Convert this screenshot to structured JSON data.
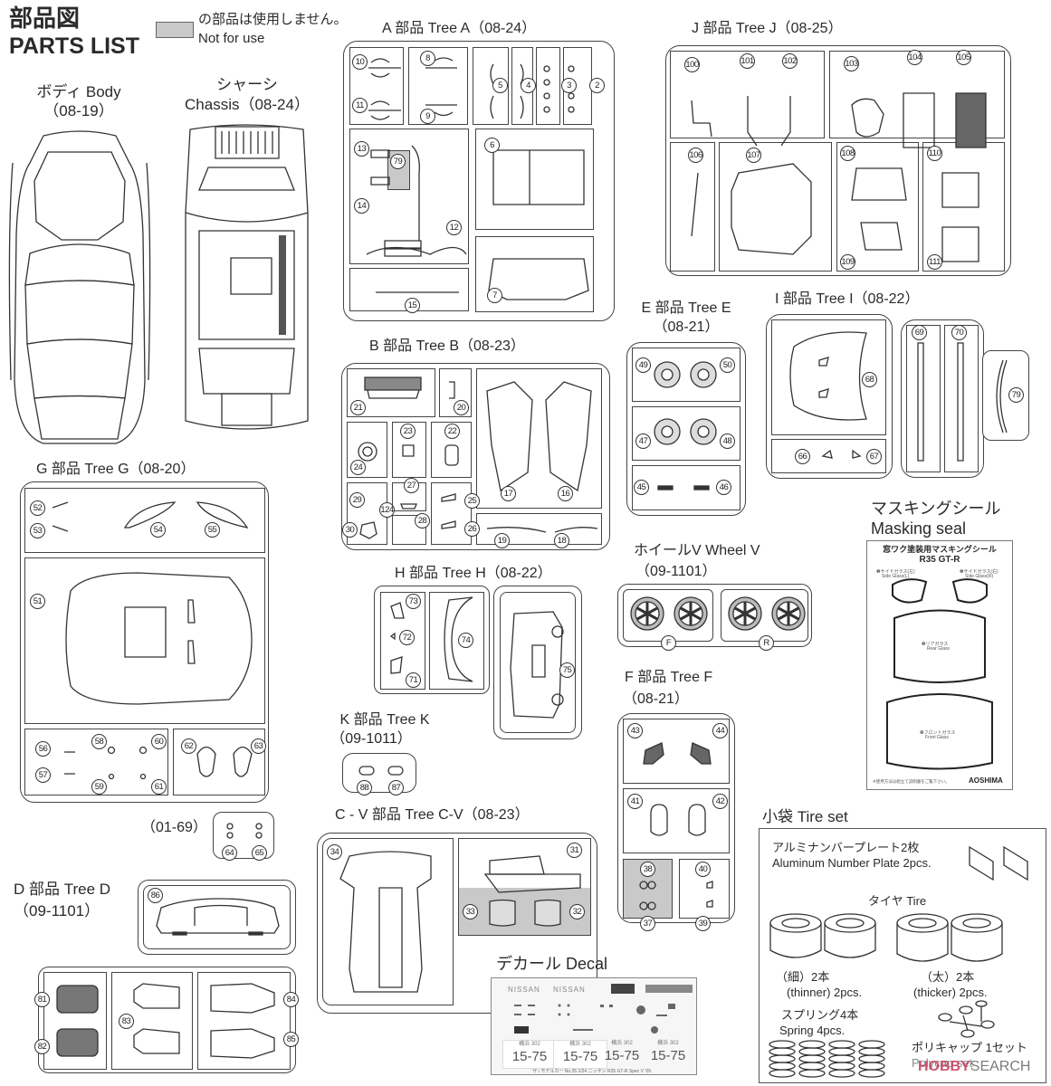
{
  "header": {
    "title_jp": "部品図",
    "title_en": "PARTS LIST",
    "legend_jp": "の部品は使用しません。",
    "legend_en": "Not for use",
    "legend_color": "#c9c9c9"
  },
  "body": {
    "label": "ボディ Body",
    "code": "（08-19）"
  },
  "chassis": {
    "label_jp": "シャーシ",
    "label_en": "Chassis（08-24）"
  },
  "trees": {
    "A": {
      "title": "A 部品 Tree A（08-24）",
      "parts": [
        "10",
        "11",
        "8",
        "9",
        "5",
        "4",
        "3",
        "2",
        "13",
        "79",
        "14",
        "12",
        "6",
        "7",
        "15"
      ]
    },
    "J": {
      "title": "J 部品 Tree J（08-25）",
      "parts": [
        "100",
        "101",
        "102",
        "103",
        "104",
        "105",
        "106",
        "107",
        "108",
        "109",
        "110",
        "111"
      ]
    },
    "B": {
      "title": "B 部品 Tree B（08-23）",
      "parts": [
        "21",
        "20",
        "24",
        "23",
        "22",
        "29",
        "124",
        "30",
        "27",
        "28",
        "25",
        "26",
        "17",
        "16",
        "19",
        "18"
      ]
    },
    "E": {
      "title": "E 部品 Tree E",
      "code": "（08-21）",
      "parts": [
        "49",
        "50",
        "47",
        "48",
        "45",
        "46"
      ]
    },
    "I": {
      "title": "I 部品 Tree I（08-22）",
      "parts": [
        "68",
        "66",
        "67",
        "69",
        "70",
        "79"
      ]
    },
    "G": {
      "title": "G 部品 Tree G（08-20）",
      "parts": [
        "52",
        "53",
        "54",
        "55",
        "51",
        "56",
        "57",
        "58",
        "59",
        "60",
        "61",
        "62",
        "63"
      ]
    },
    "G_sub": {
      "code": "（01-69）",
      "parts": [
        "64",
        "65"
      ]
    },
    "H": {
      "title": "H 部品 Tree H（08-22）",
      "parts": [
        "73",
        "72",
        "71",
        "74",
        "75"
      ]
    },
    "K": {
      "title": "K 部品 Tree K",
      "code": "（09-1011）",
      "parts": [
        "88",
        "87"
      ]
    },
    "V": {
      "title": "ホイールV Wheel V",
      "code": "（09-1101）",
      "parts": [
        "F",
        "R"
      ]
    },
    "F": {
      "title": "F 部品 Tree F",
      "code": "（08-21）",
      "parts": [
        "43",
        "44",
        "41",
        "42",
        "38",
        "37",
        "40",
        "39"
      ]
    },
    "CV": {
      "title": "C - V 部品 Tree C-V（08-23）",
      "parts": [
        "34",
        "31",
        "33",
        "32"
      ]
    },
    "D": {
      "title": "D 部品 Tree D",
      "code": "（09-1101）",
      "parts": [
        "86",
        "81",
        "82",
        "83",
        "84",
        "85"
      ]
    }
  },
  "masking": {
    "title_jp": "マスキングシール",
    "title_en": "Masking seal",
    "sheet_title": "窓ワク塗装用マスキングシール",
    "sheet_model": "R35 GT-R",
    "side_l_jp": "❶サイドガラス(左)",
    "side_l_en": "Side Glass(L)",
    "side_r_jp": "❷サイドガラス(右)",
    "side_r_en": "Side Glass(R)",
    "rear_jp": "❸リアガラス",
    "rear_en": "Rear Glass",
    "front_jp": "❹フロントガラス",
    "front_en": "Front Glass",
    "note": "※使用方法は組立て説明書をご覧下さい。",
    "brand": "AOSHIMA"
  },
  "decal": {
    "title": "デカール Decal",
    "brand1": "NISSAN",
    "brand2": "NISSAN",
    "plate_top": "横浜 302",
    "plate_num": "15-75",
    "footer": "ザ☆モデルカー No.35 1/24 ニッサン R35 GT-R Spec V '09"
  },
  "tireset": {
    "title": "小袋 Tire set",
    "plate_jp": "アルミナンバープレート2枚",
    "plate_en": "Aluminum Number Plate 2pcs.",
    "tire_label": "タイヤ Tire",
    "thin_jp": "（細）2本",
    "thin_en": "(thinner) 2pcs.",
    "thick_jp": "（太）2本",
    "thick_en": "(thicker) 2pcs.",
    "spring_jp": "スプリング4本",
    "spring_en": "Spring 4pcs.",
    "polycap_jp": "ポリキャップ 1セット",
    "polycap_en": "Polycap set"
  },
  "watermark": {
    "brand": "HOBBY",
    "suffix": "SEARCH"
  }
}
